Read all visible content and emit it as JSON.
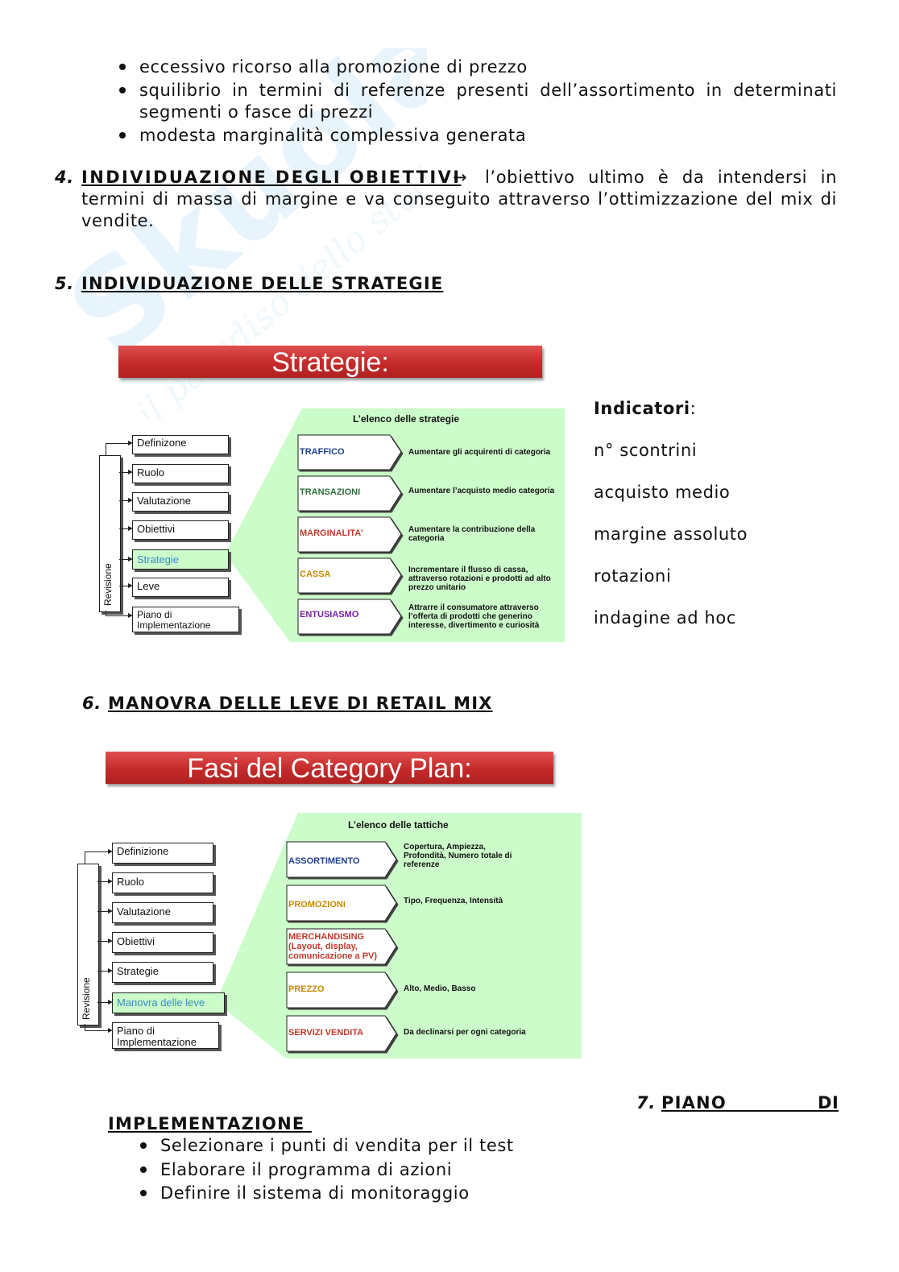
{
  "intro_bullets": [
    "eccessivo ricorso alla promozione di prezzo",
    "squilibrio in termini di referenze presenti dell’assortimento in determinati",
    "segmenti o fasce di prezzi",
    "modesta marginalità complessiva generata"
  ],
  "section4": {
    "number": "4.",
    "title": "INDIVIDUAZIONE DEGLI OBIETTIVI",
    "arrow": "→",
    "line1_rest": "l’obiettivo ultimo è da intendersi in",
    "line2": "termini di massa di margine e va conseguito attraverso l’ottimizzazione del mix di",
    "line3": "vendite."
  },
  "section5": {
    "number": "5.",
    "title": "INDIVIDUAZIONE DELLE STRATEGIE"
  },
  "banner1": {
    "text": "Strategie:"
  },
  "diagram1": {
    "list_title": "L’elenco delle strategie",
    "revision_label": "Revisione",
    "nodes": [
      "Definizone",
      "Ruolo",
      "Valutazione",
      "Obiettivi",
      "Strategie",
      "Leve",
      "Piano di Implementazione"
    ],
    "node_piano_line1": "Piano di",
    "node_piano_line2": "Implementazione",
    "items": [
      {
        "label": "TRAFFICO",
        "color": "#1f3f8f",
        "desc1": "Aumentare gli acquirenti di categoria",
        "desc2": "",
        "desc3": ""
      },
      {
        "label": "TRANSAZIONI",
        "color": "#2c6e3a",
        "desc1": "Aumentare l’acquisto medio categoria",
        "desc2": "",
        "desc3": ""
      },
      {
        "label": "MARGINALITA’",
        "color": "#c0392b",
        "desc1": "Aumentare la contribuzione  della",
        "desc2": "categoria",
        "desc3": ""
      },
      {
        "label": "CASSA",
        "color": "#c58a00",
        "desc1": "Incrementare il flusso di cassa,",
        "desc2": "attraverso rotazioni e prodotti ad alto",
        "desc3": "prezzo unitario"
      },
      {
        "label": "ENTUSIASMO",
        "color": "#7a1fa0",
        "desc1": "Attrarre il consumatore attraverso",
        "desc2": "l’offerta di prodotti che generino",
        "desc3": "interesse,  divertimento  e curiosità"
      }
    ]
  },
  "indicatori": {
    "title": "Indicatori",
    "colon": ":",
    "items": [
      "n° scontrini",
      "acquisto medio",
      "margine assoluto",
      "rotazioni",
      "indagine ad hoc"
    ]
  },
  "section6": {
    "number": "6.",
    "title": "MANOVRA DELLE LEVE DI RETAIL MIX"
  },
  "banner2": {
    "text": "Fasi del Category Plan:"
  },
  "diagram2": {
    "list_title": "L’elenco delle tattiche",
    "revision_label": "Revisione",
    "nodes": [
      "Definizione",
      "Ruolo",
      "Valutazione",
      "Obiettivi",
      "Strategie",
      "Manovra delle leve"
    ],
    "node_piano_line1": "Piano di",
    "node_piano_line2": "Implementazione",
    "items": [
      {
        "label1": "ASSORTIMENTO",
        "label2": "",
        "label3": "",
        "color": "#1f3f8f",
        "desc1": "Copertura, Ampiezza,",
        "desc2": "Profondità, Numero totale di",
        "desc3": "referenze"
      },
      {
        "label1": "PROMOZIONI",
        "label2": "",
        "label3": "",
        "color": "#c58a00",
        "desc1": "Tipo, Frequenza, Intensità",
        "desc2": "",
        "desc3": ""
      },
      {
        "label1": "MERCHANDISING",
        "label2": "(Layout, display,",
        "label3": "comunicazione a PV)",
        "color": "#c0392b",
        "desc1": "",
        "desc2": "",
        "desc3": ""
      },
      {
        "label1": "PREZZO",
        "label2": "",
        "label3": "",
        "color": "#c58a00",
        "desc1": "Alto, Medio, Basso",
        "desc2": "",
        "desc3": ""
      },
      {
        "label1": "SERVIZI VENDITA",
        "label2": "",
        "label3": "",
        "color": "#c0392b",
        "desc1": "Da declinarsi  per ogni categoria",
        "desc2": "",
        "desc3": ""
      }
    ]
  },
  "section7": {
    "number": "7.",
    "title_part1": "PIANO",
    "title_part2": "DI",
    "title_part3": "IMPLEMENTAZIONE"
  },
  "final_bullets": [
    "Selezionare i punti di vendita per il test",
    "Elaborare il programma di azioni",
    "Definire il sistema di monitoraggio"
  ]
}
